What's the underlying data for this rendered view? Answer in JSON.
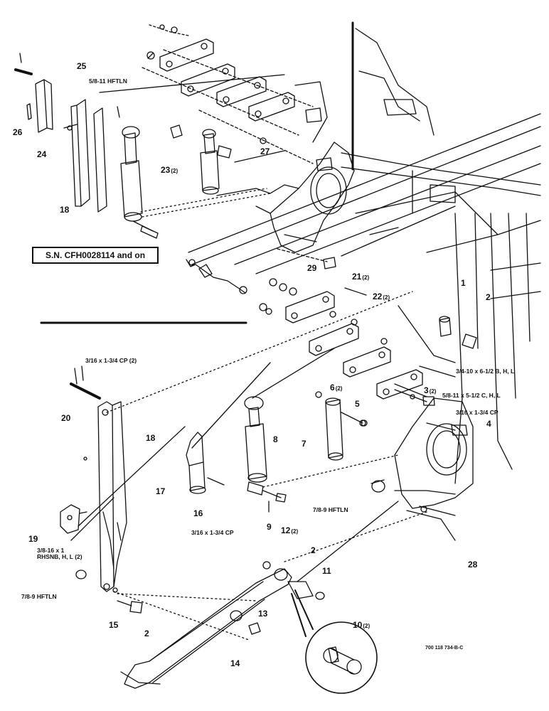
{
  "serial_note": "S.N. CFH0028114 and on",
  "drawing_number": "700 118 734-B-C",
  "callouts": [
    {
      "id": "c1",
      "num": "1",
      "qty": ""
    },
    {
      "id": "c2a",
      "num": "2",
      "qty": ""
    },
    {
      "id": "c2b",
      "num": "2",
      "qty": ""
    },
    {
      "id": "c2c",
      "num": "2",
      "qty": ""
    },
    {
      "id": "c3",
      "num": "3",
      "qty": "(2)"
    },
    {
      "id": "c4",
      "num": "4",
      "qty": ""
    },
    {
      "id": "c5",
      "num": "5",
      "qty": ""
    },
    {
      "id": "c6",
      "num": "6",
      "qty": "(2)"
    },
    {
      "id": "c7",
      "num": "7",
      "qty": ""
    },
    {
      "id": "c8",
      "num": "8",
      "qty": ""
    },
    {
      "id": "c9",
      "num": "9",
      "qty": ""
    },
    {
      "id": "c10",
      "num": "10",
      "qty": "(2)"
    },
    {
      "id": "c11",
      "num": "11",
      "qty": ""
    },
    {
      "id": "c12",
      "num": "12",
      "qty": "(2)"
    },
    {
      "id": "c13",
      "num": "13",
      "qty": ""
    },
    {
      "id": "c14",
      "num": "14",
      "qty": ""
    },
    {
      "id": "c15",
      "num": "15",
      "qty": ""
    },
    {
      "id": "c16",
      "num": "16",
      "qty": ""
    },
    {
      "id": "c17",
      "num": "17",
      "qty": ""
    },
    {
      "id": "c18a",
      "num": "18",
      "qty": ""
    },
    {
      "id": "c18b",
      "num": "18",
      "qty": ""
    },
    {
      "id": "c19",
      "num": "19",
      "qty": ""
    },
    {
      "id": "c20",
      "num": "20",
      "qty": ""
    },
    {
      "id": "c21",
      "num": "21",
      "qty": "(2)"
    },
    {
      "id": "c22",
      "num": "22",
      "qty": "(2)"
    },
    {
      "id": "c23",
      "num": "23",
      "qty": "(2)"
    },
    {
      "id": "c24",
      "num": "24",
      "qty": ""
    },
    {
      "id": "c25",
      "num": "25",
      "qty": ""
    },
    {
      "id": "c26",
      "num": "26",
      "qty": ""
    },
    {
      "id": "c27",
      "num": "27",
      "qty": ""
    },
    {
      "id": "c28",
      "num": "28",
      "qty": ""
    },
    {
      "id": "c29",
      "num": "29",
      "qty": ""
    }
  ],
  "specs": {
    "hftln_58_11": "5/8-11 HFTLN",
    "cp_316_134_2": "3/16 x 1-3/4 CP (2)",
    "bolt_34_10": "3/4-10 x 6-1/2 B, H, L",
    "bolt_58_11": "5/8-11 x 5-1/2 C, H, L",
    "cp_316_134_right": "3/16 x 1-3/4 CP",
    "hftln_78_9_right": "7/8-9 HFTLN",
    "cp_316_134_mid": "3/16 x 1-3/4 CP",
    "rhsnb_line1": "3/8-16 x 1",
    "rhsnb_line2": "RHSNB, H, L (2)",
    "hftln_78_9_left": "7/8-9 HFTLN"
  }
}
